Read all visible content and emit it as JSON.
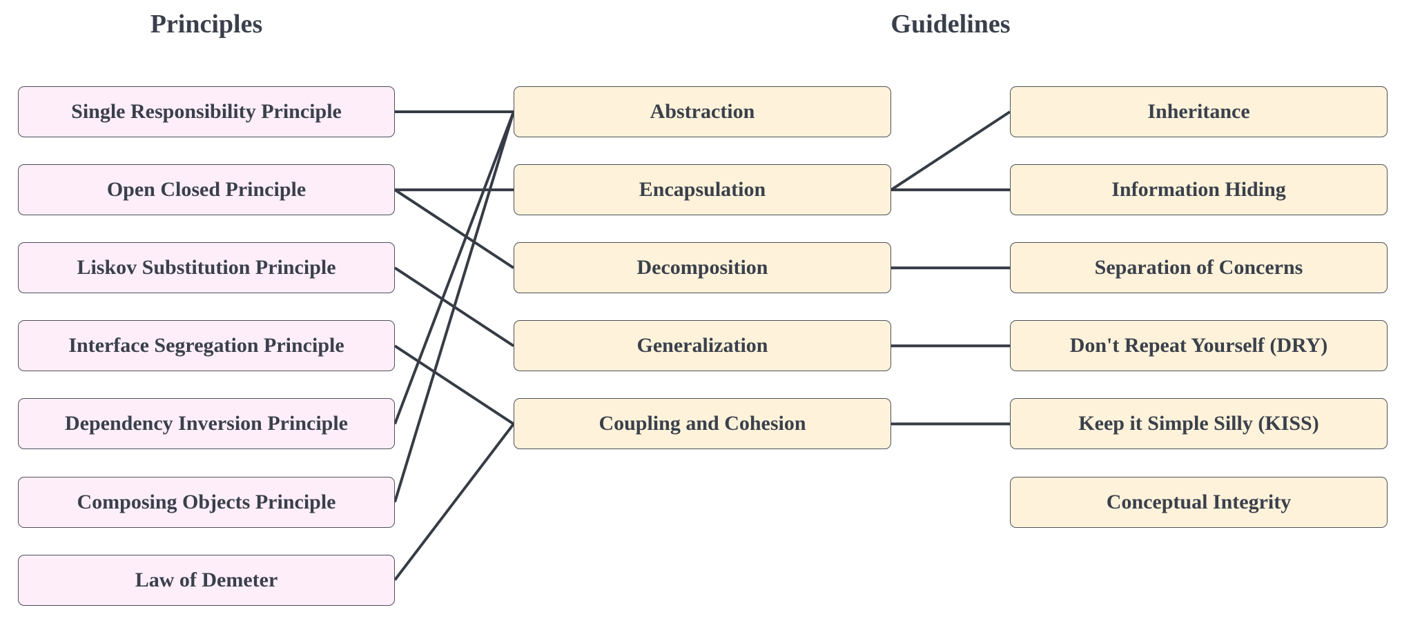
{
  "headings": {
    "principles": "Principles",
    "guidelines": "Guidelines"
  },
  "colors": {
    "principle_fill": "#fdeefa",
    "guideline_fill": "#fef2da",
    "stroke": "#4b5058",
    "text": "#3a404b",
    "edge": "#363c45"
  },
  "principles": [
    {
      "id": "srp",
      "label": "Single Responsibility Principle"
    },
    {
      "id": "ocp",
      "label": "Open Closed Principle"
    },
    {
      "id": "lsp",
      "label": "Liskov Substitution Principle"
    },
    {
      "id": "isp",
      "label": "Interface Segregation Principle"
    },
    {
      "id": "dip",
      "label": "Dependency Inversion Principle"
    },
    {
      "id": "cop",
      "label": "Composing Objects Principle"
    },
    {
      "id": "lod",
      "label": "Law of Demeter"
    }
  ],
  "guidelines_primary": [
    {
      "id": "abstraction",
      "label": "Abstraction"
    },
    {
      "id": "encapsulation",
      "label": "Encapsulation"
    },
    {
      "id": "decomposition",
      "label": "Decomposition"
    },
    {
      "id": "generalization",
      "label": "Generalization"
    },
    {
      "id": "coupling",
      "label": "Coupling and Cohesion"
    }
  ],
  "guidelines_secondary": [
    {
      "id": "inheritance",
      "label": "Inheritance"
    },
    {
      "id": "infohiding",
      "label": "Information Hiding"
    },
    {
      "id": "soc",
      "label": "Separation of Concerns"
    },
    {
      "id": "dry",
      "label": "Don't Repeat Yourself (DRY)"
    },
    {
      "id": "kiss",
      "label": "Keep it Simple Silly (KISS)"
    },
    {
      "id": "integrity",
      "label": "Conceptual Integrity"
    }
  ],
  "edges": [
    {
      "from": "srp",
      "to": "abstraction"
    },
    {
      "from": "ocp",
      "to": "encapsulation"
    },
    {
      "from": "ocp",
      "to": "decomposition"
    },
    {
      "from": "lsp",
      "to": "generalization"
    },
    {
      "from": "isp",
      "to": "coupling"
    },
    {
      "from": "dip",
      "to": "abstraction"
    },
    {
      "from": "cop",
      "to": "abstraction"
    },
    {
      "from": "lod",
      "to": "coupling"
    },
    {
      "from": "encapsulation",
      "to": "inheritance"
    },
    {
      "from": "encapsulation",
      "to": "infohiding"
    },
    {
      "from": "decomposition",
      "to": "soc"
    },
    {
      "from": "generalization",
      "to": "dry"
    },
    {
      "from": "coupling",
      "to": "kiss"
    }
  ]
}
